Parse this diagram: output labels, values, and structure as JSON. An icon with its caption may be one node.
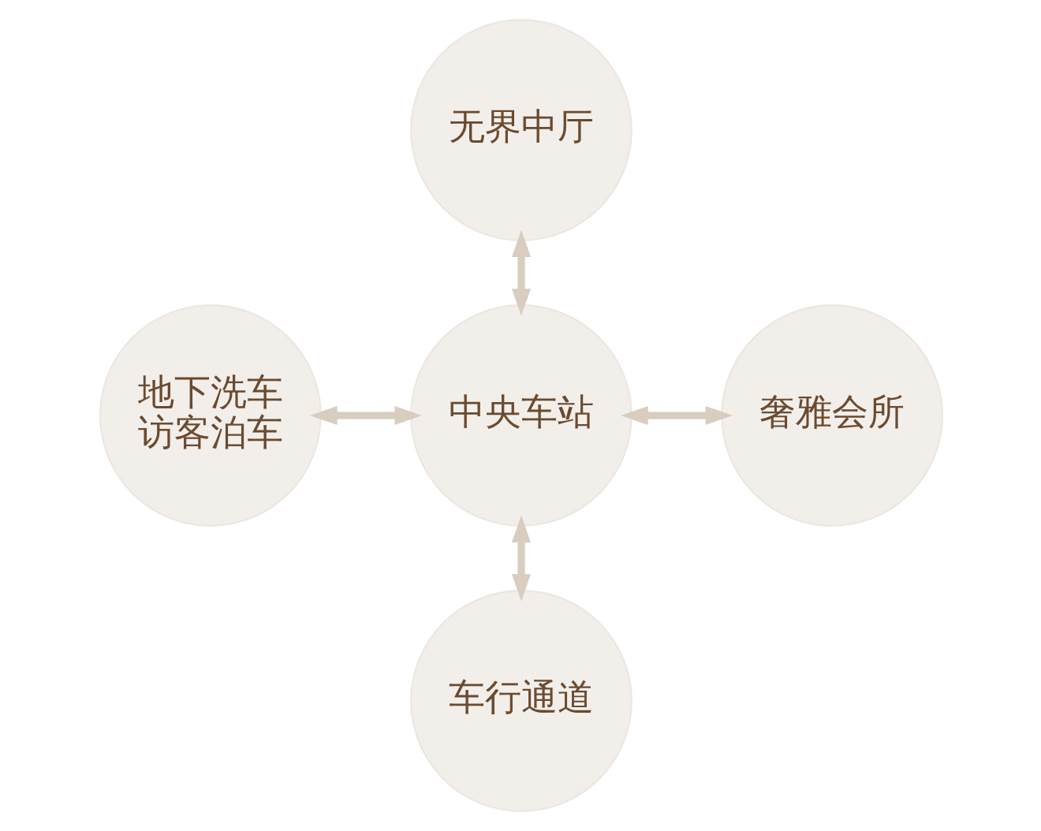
{
  "diagram": {
    "nodes": [
      {
        "text": [
          "无界中厅"
        ]
      },
      {
        "text": [
          "地下洗车",
          "访客泊车"
        ]
      },
      {
        "text": [
          "中央车站"
        ]
      },
      {
        "text": [
          "奢雅会所"
        ]
      },
      {
        "text": [
          "车行通道"
        ]
      }
    ],
    "edges": [
      {
        "from": 0,
        "to": 2,
        "arrow": "both"
      },
      {
        "from": 1,
        "to": 2,
        "arrow": "both"
      },
      {
        "from": 2,
        "to": 3,
        "arrow": "both"
      },
      {
        "from": 2,
        "to": 4,
        "arrow": "both"
      }
    ]
  }
}
